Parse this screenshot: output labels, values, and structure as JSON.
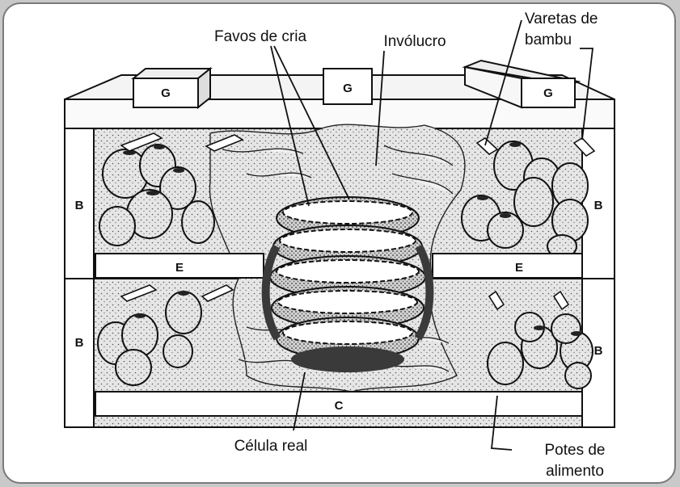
{
  "labels": {
    "favos": "Favos de cria",
    "involucro": "Invólucro",
    "varetas_1": "Varetas de",
    "varetas_2": "bambu",
    "celula": "Célula real",
    "potes_1": "Potes de",
    "potes_2": "alimento"
  },
  "blocks": {
    "g_left": "G",
    "g_center": "G",
    "g_right": "G",
    "b_upper_left": "B",
    "b_upper_right": "B",
    "b_lower_left": "B",
    "b_lower_right": "B",
    "e_left": "E",
    "e_right": "E",
    "c_bottom": "C"
  },
  "colors": {
    "ink": "#111111",
    "frame": "#7a7a7a",
    "stipple": "#dcdcdc",
    "comb_dark": "#3a3a3a"
  }
}
